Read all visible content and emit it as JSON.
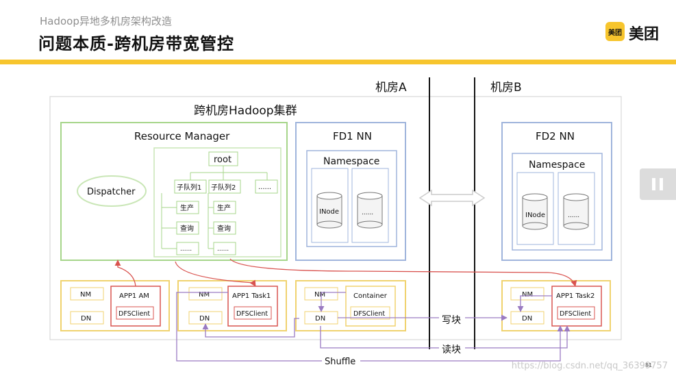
{
  "header": {
    "subtitle": "Hadoop异地多机房架构改造",
    "title": "问题本质-跨机房带宽管控",
    "logo_badge": "美团",
    "logo_text": "美团"
  },
  "colors": {
    "accent": "#f7c52d",
    "green": "#a6d58a",
    "blue": "#9fb4dc",
    "red": "#d9534f",
    "purple": "#9a7bc2",
    "yellow_border": "#f0d26e"
  },
  "diagram": {
    "room_a": "机房A",
    "room_b": "机房B",
    "cluster_title": "跨机房Hadoop集群",
    "rm_title": "Resource Manager",
    "dispatcher": "Dispatcher",
    "root": "root",
    "queue1": "子队列1",
    "queue2": "子队列2",
    "queue_more": "......",
    "prod": "生产",
    "query": "查询",
    "leaf_more": "......",
    "fd1_title": "FD1 NN",
    "fd2_title": "FD2 NN",
    "namespace": "Namespace",
    "inode": "INode",
    "db_more": "......",
    "nm": "NM",
    "dn": "DN",
    "app1_am": "APP1 AM",
    "app1_task1": "APP1 Task1",
    "app1_task2": "APP1 Task2",
    "container": "Container",
    "dfsclient": "DFSClient",
    "write_block": "写块",
    "read_block": "读块",
    "shuffle": "Shuffle"
  },
  "footer": {
    "watermark": "https://blog.csdn.net/qq_36399757",
    "page_number": "81"
  }
}
